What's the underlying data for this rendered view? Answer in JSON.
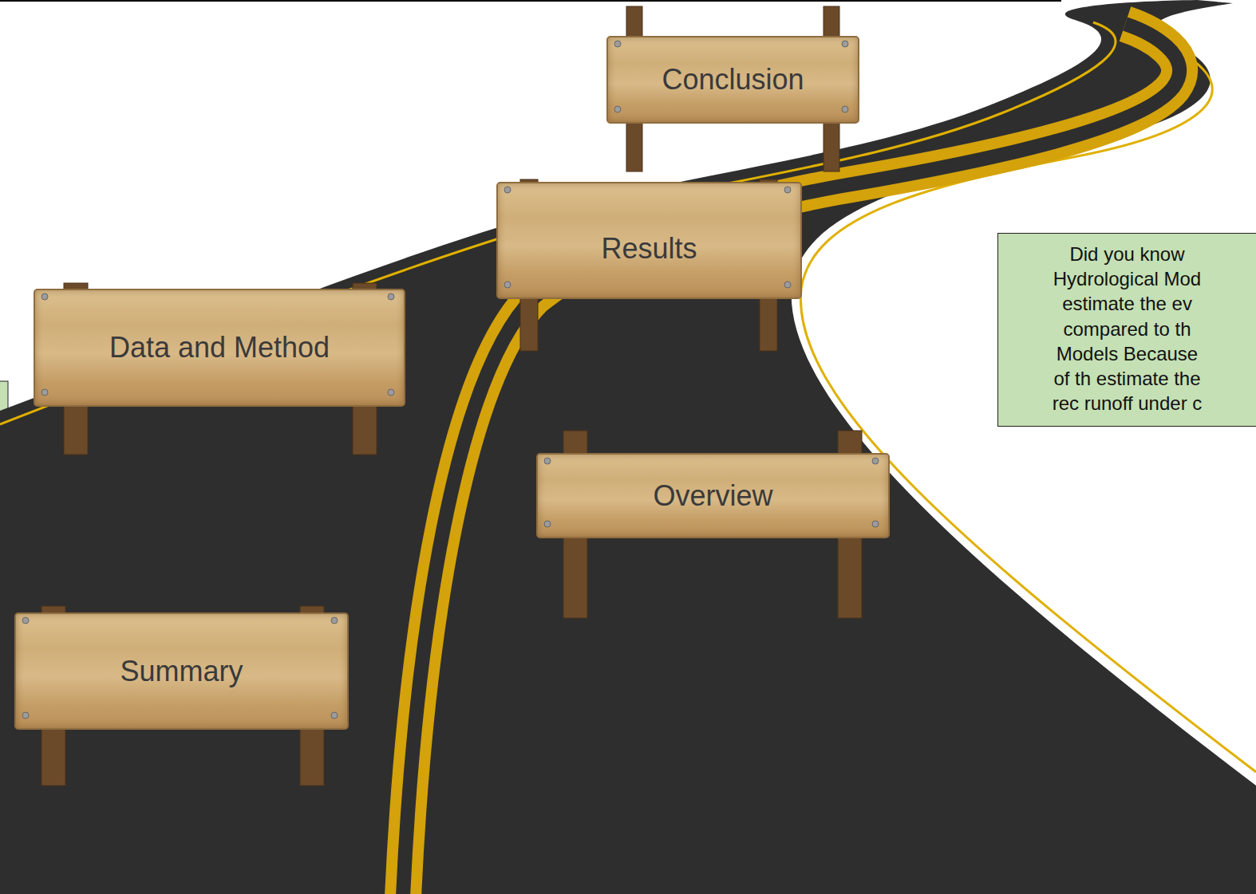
{
  "diagram": {
    "nodes": [
      {
        "text": [
          "Conclusion"
        ]
      },
      {
        "text": [
          "Results"
        ]
      },
      {
        "text": [
          "Did you know Hydrological Mod estimate the ev compared to th Models Because of th estimate the rec runoff under c"
        ]
      },
      {
        "text": [
          "Data and Method"
        ]
      },
      {
        "text": [
          "Overview"
        ]
      },
      {
        "text": [
          "Summary"
        ]
      }
    ]
  }
}
